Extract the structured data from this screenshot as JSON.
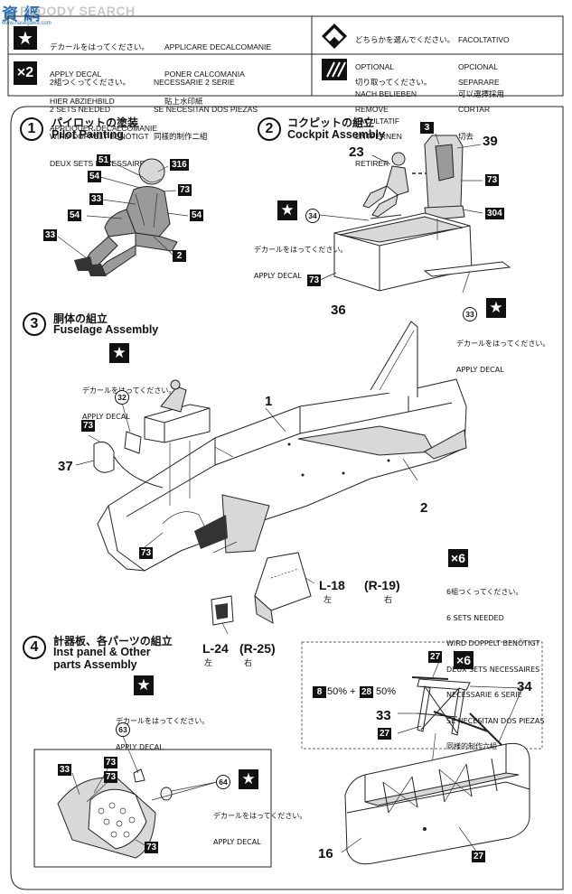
{
  "watermark": {
    "text": "FLOODY SEARCH",
    "logo_text": "資 網",
    "site": "www.hasegawa.com"
  },
  "legend": {
    "apply_decal": {
      "icon": "star-icon",
      "lines": [
        "デカールをはってください。",
        "APPLY DECAL",
        "HIER ABZIEHBILD",
        "APPLIQUER DECALCOMANIE"
      ],
      "lines2": [
        "APPLICARE DECALCOMANIE",
        "PONER CALCOMANIA",
        "貼上水印紙"
      ]
    },
    "two_sets": {
      "icon_label": "×2",
      "lines": [
        "2組つくってください。",
        "2 SETS NEEDED",
        "WIRD DOPPELT BENÖTIGT",
        "DEUX SETS NECESSAIRES"
      ],
      "lines2": [
        "NECESSARIE 2 SERIE",
        "SE NECESITAN DOS PIEZAS",
        "同樣的制作二組"
      ]
    },
    "optional": {
      "icon": "checkered-icon",
      "lines": [
        "どちらかを選んでください。",
        "OPTIONAL",
        "NACH BELIEBEN",
        "FACULTATIF"
      ],
      "lines2": [
        "FACOLTATIVO",
        "OPCIONAL",
        "可以選擇採用"
      ]
    },
    "remove": {
      "icon": "cut-icon",
      "lines": [
        "切り取ってください。",
        "REMOVE",
        "ENTFERNEN",
        "RETIRER"
      ],
      "lines2": [
        "SEPARARE",
        "CORTAR",
        "切去"
      ]
    }
  },
  "steps": {
    "s1": {
      "num": "1",
      "jp": "パイロットの塗装",
      "en": "Pilot Painting",
      "parts": [
        "51",
        "316",
        "54",
        "73",
        "33",
        "54",
        "54",
        "33",
        "2"
      ]
    },
    "s2": {
      "num": "2",
      "jp": "コクピットの組立",
      "en": "Cockpit Assembly",
      "parts": [
        "3",
        "39",
        "23",
        "73",
        "304",
        "34",
        "73",
        "36",
        "33"
      ],
      "decal_a": [
        "デカールをはってください。",
        "APPLY DECAL"
      ],
      "decal_b": [
        "デカールをはってください。",
        "APPLY DECAL"
      ]
    },
    "s3": {
      "num": "3",
      "jp": "胴体の組立",
      "en": "Fuselage Assembly",
      "parts": [
        "32",
        "73",
        "37",
        "1",
        "2",
        "73"
      ],
      "decal": [
        "デカールをはってください。",
        "APPLY DECAL"
      ],
      "left18": "L-18",
      "right19": "(R-19)",
      "left_jp": "左",
      "right_jp": "右",
      "left24": "L-24",
      "right25": "(R-25)",
      "left_jp2": "左",
      "right_jp2": "右"
    },
    "s4": {
      "num": "4",
      "jp": "計器板、各パーツの組立",
      "en1": "Inst panel & Other",
      "en2": "parts Assembly",
      "parts": [
        "63",
        "73",
        "73",
        "33",
        "64",
        "73"
      ],
      "decal_a": [
        "デカールをはってください。",
        "APPLY DECAL"
      ],
      "decal_b": [
        "デカールをはってください。",
        "APPLY DECAL"
      ]
    },
    "six": {
      "label": "×6",
      "lines": [
        "6組つくってください。",
        "6 SETS NEEDED",
        "WIRD DOPPELT BENÖTIGT",
        "DEUX SETS NECESSAIRES",
        "NECESSARIE 6 SERIE",
        "SE NECESITAN DOS PIEZAS",
        "同樣的制作六組"
      ]
    },
    "sub": {
      "label": "×6",
      "p27a": "27",
      "p8": "8",
      "pct8": "50% +",
      "p28": "28",
      "pct28": "50%",
      "p34": "34",
      "p33": "33",
      "p27b": "27",
      "p16": "16",
      "p27c": "27"
    }
  }
}
